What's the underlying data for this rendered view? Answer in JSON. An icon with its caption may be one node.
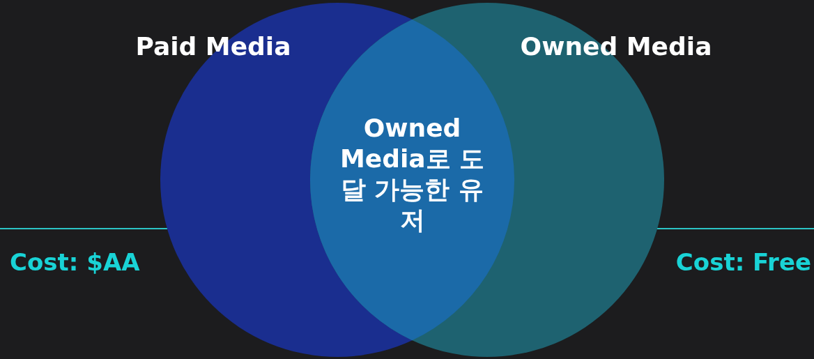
{
  "diagram": {
    "nodes": [
      {
        "text": [
          "Paid Media"
        ]
      },
      {
        "text": [
          "Owned Media"
        ]
      },
      {
        "text": [
          "Owned Media로 도달 가능한 유저"
        ]
      }
    ],
    "labels": [
      "Cost: $AA",
      "Cost: Free"
    ]
  }
}
